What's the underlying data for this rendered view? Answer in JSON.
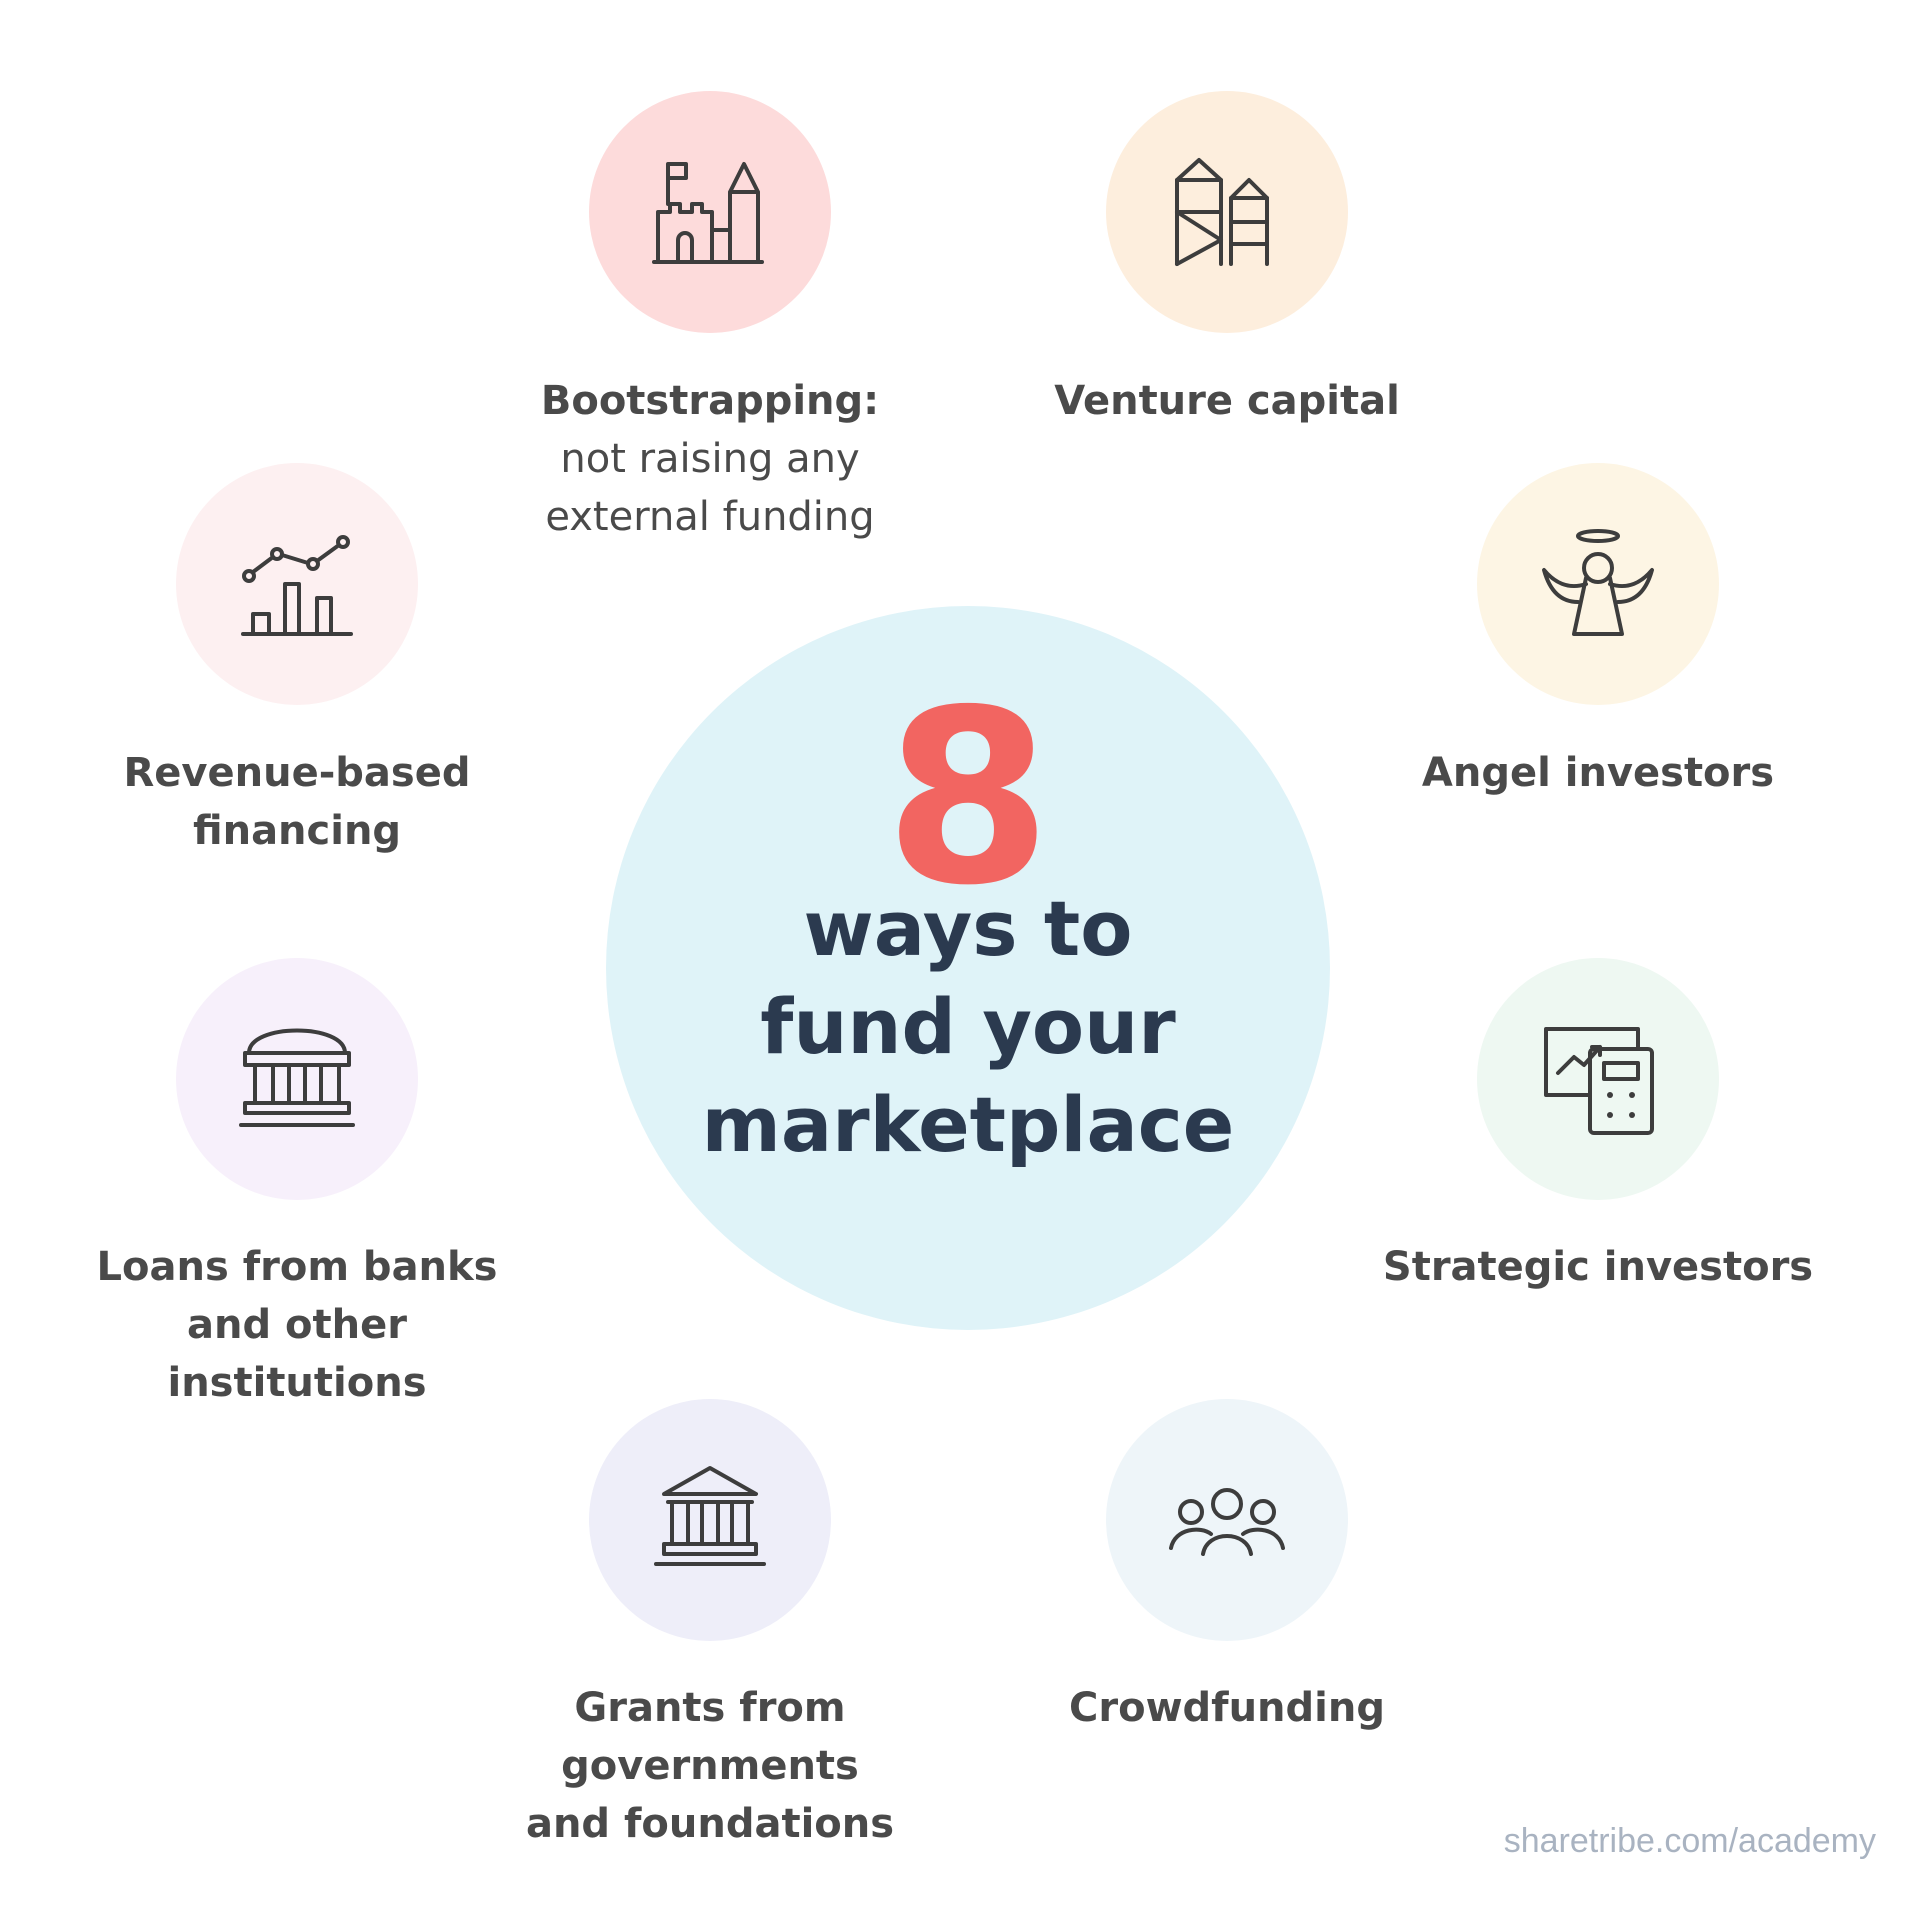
{
  "center": {
    "number": "8",
    "line1": "ways to",
    "line2": "fund your",
    "line3": "marketplace"
  },
  "items": [
    {
      "title": "Bootstrapping:",
      "line2": "not raising any",
      "line3": "external funding",
      "icon": "castle-icon",
      "color": "#fddbdb"
    },
    {
      "title": "Venture capital",
      "icon": "towers-icon",
      "color": "#fdeedd"
    },
    {
      "title": "Angel investors",
      "icon": "angel-icon",
      "color": "#fdf5e4"
    },
    {
      "title": "Strategic investors",
      "icon": "calculator-chart-icon",
      "color": "#eef8f2"
    },
    {
      "title": "Crowdfunding",
      "icon": "people-icon",
      "color": "#eef5f9"
    },
    {
      "title": "Grants from",
      "line2": "governments",
      "line3": "and foundations",
      "icon": "government-building-icon",
      "color": "#eeeef9"
    },
    {
      "title": "Loans from banks",
      "line2": "and other institutions",
      "icon": "bank-icon",
      "color": "#f7f0fb"
    },
    {
      "title": "Revenue-based",
      "line2": "financing",
      "icon": "revenue-chart-icon",
      "color": "#fdf0f1"
    }
  ],
  "footer": "sharetribe.com/academy"
}
